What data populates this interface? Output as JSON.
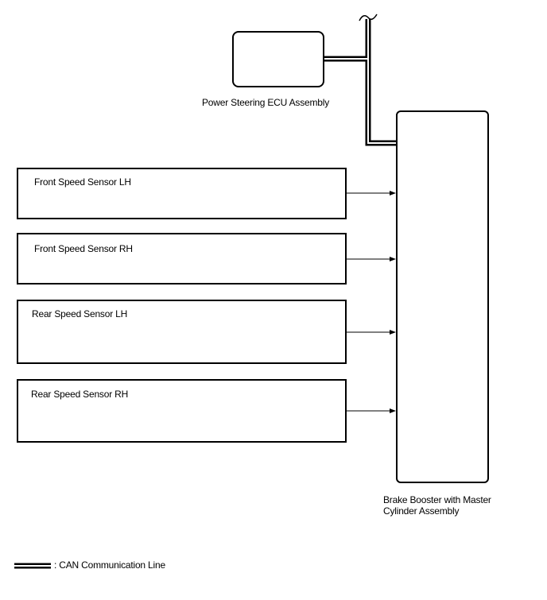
{
  "ecu": {
    "label": "Power Steering ECU Assembly"
  },
  "booster": {
    "label_line1": "Brake Booster with Master",
    "label_line2": "Cylinder Assembly"
  },
  "sensors": [
    {
      "label": "Front Speed Sensor LH"
    },
    {
      "label": "Front Speed Sensor RH"
    },
    {
      "label": "Rear Speed Sensor LH"
    },
    {
      "label": "Rear Speed Sensor RH"
    }
  ],
  "legend": {
    "label": ": CAN Communication Line"
  }
}
